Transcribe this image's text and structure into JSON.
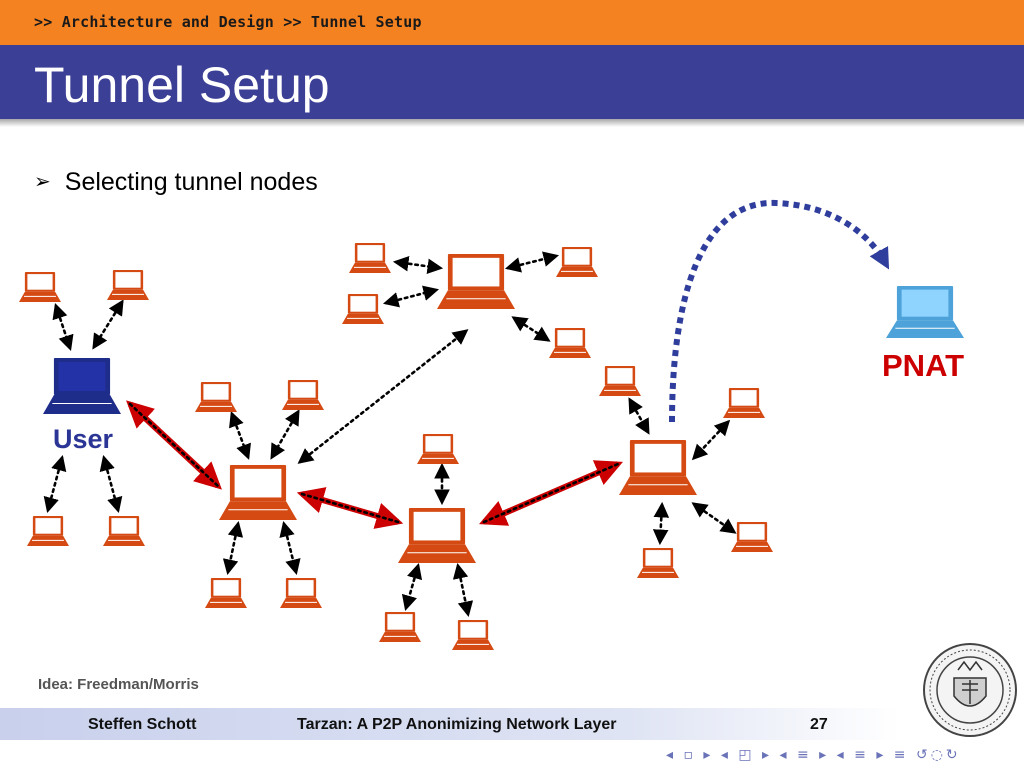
{
  "header": {
    "breadcrumb": ">> Architecture and Design >> Tunnel Setup",
    "title": "Tunnel Setup"
  },
  "content": {
    "bullet_icon": "arrow-bullet-icon",
    "bullet": "Selecting tunnel nodes"
  },
  "diagram": {
    "user_label": "User",
    "pnat_label": "PNAT",
    "colors": {
      "node": "#d44a12",
      "user": "#1e2c8a",
      "pnat": "#4da3d9",
      "link": "#000000",
      "tunnel": "#cc0000",
      "pnat_arrow": "#2f3d9c"
    }
  },
  "credit": "Idea: Freedman/Morris",
  "footer": {
    "author": "Steffen Schott",
    "talk_title": "Tarzan: A P2P Anonimizing Network Layer",
    "page_number": "27"
  },
  "navigation": {
    "glyphs": "◂ ▫ ▸ ◂ ◰ ▸ ◂ ≡ ▸ ◂ ≡ ▸ ≡ ↺◌↻",
    "seal_icon": "university-seal-icon"
  }
}
